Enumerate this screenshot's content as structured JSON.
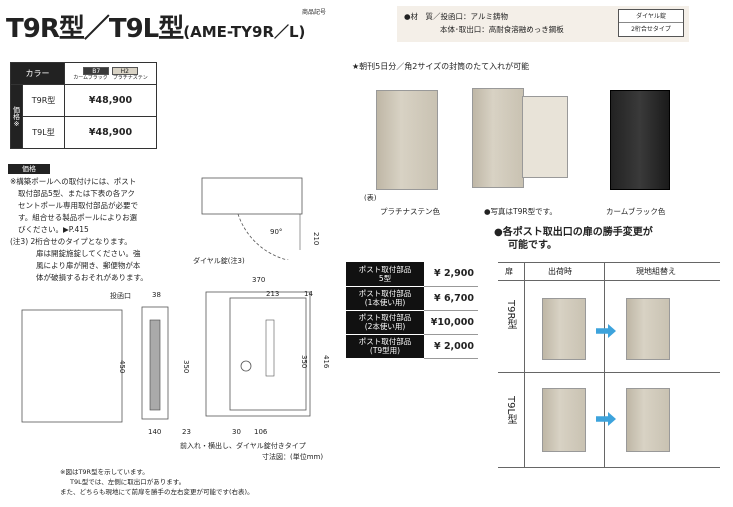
{
  "header": {
    "title_main": "T9R型／T9L型",
    "title_code": "(AME-TY9R／L)",
    "trademark": "商品記号"
  },
  "spec": {
    "material_label": "●材　質／投函口：アルミ鋳物",
    "material_line2": "本体･取出口：高耐食溶融めっき鋼板",
    "dial_1": "ダイヤル錠",
    "dial_2": "2桁合せタイプ"
  },
  "price_table": {
    "color_header": "カラー",
    "color_1_code": "B7",
    "color_1_name": "カームブラック",
    "color_2_code": "H2",
    "color_2_name": "プラチナステン",
    "price_label": "価格※",
    "rows": [
      {
        "model": "T9R型",
        "price": "¥48,900"
      },
      {
        "model": "T9L型",
        "price": "¥48,900"
      }
    ]
  },
  "notes": {
    "heading": "価格",
    "lines": [
      "※構築ポールへの取付けには、ポスト",
      "取付部品5型、または下表の各アク",
      "セントポール専用取付部品が必要で",
      "す。組合せる製品ポールによりお選",
      "びください。▶P.415",
      "(注3) 2桁合せのタイプとなります。",
      "扉は開錠施錠してください。強",
      "風により扉が開き、郵便物が本",
      "体が破損するおそれがあります。"
    ]
  },
  "photos": {
    "headline": "★朝刊5日分／角2サイズの封筒のたて入れが可能",
    "caption_front": "(表)",
    "caption_1": "プラチナステン色",
    "caption_2": "●写真はT9R型です。",
    "caption_3": "カームブラック色"
  },
  "parts": [
    {
      "name": "ポスト取付部品\n5型",
      "price": "¥ 2,900"
    },
    {
      "name": "ポスト取付部品\n(1本使い用)",
      "price": "¥ 6,700"
    },
    {
      "name": "ポスト取付部品\n(2本使い用)",
      "price": "¥10,000"
    },
    {
      "name": "ポスト取付部品\n(T9型用)",
      "price": "¥ 2,000"
    }
  ],
  "hinge": {
    "headline_1": "●各ポスト取出口の扉の勝手変更が",
    "headline_2": "可能です。",
    "col_door": "扉",
    "col_shipping": "出荷時",
    "col_site": "現地組替え",
    "row_1": "T9R型",
    "row_2": "T9L型"
  },
  "drawing": {
    "dims": [
      "38",
      "450",
      "350",
      "140",
      "23",
      "370",
      "213",
      "14",
      "350",
      "416",
      "30",
      "106",
      "210",
      "90°"
    ],
    "slot_label": "投函口",
    "dial_label": "ダイヤル錠(注3)",
    "caption_1": "前入れ・横出し、ダイヤル錠付きタイプ",
    "caption_2": "寸法図：(単位mm)"
  },
  "footnotes": [
    "※図はT9R型を示しています。",
    "T9L型では、左側に取出口があります。",
    "また、どちらも現地にて前扉を勝手の左右変更が可能です(右表)。"
  ]
}
